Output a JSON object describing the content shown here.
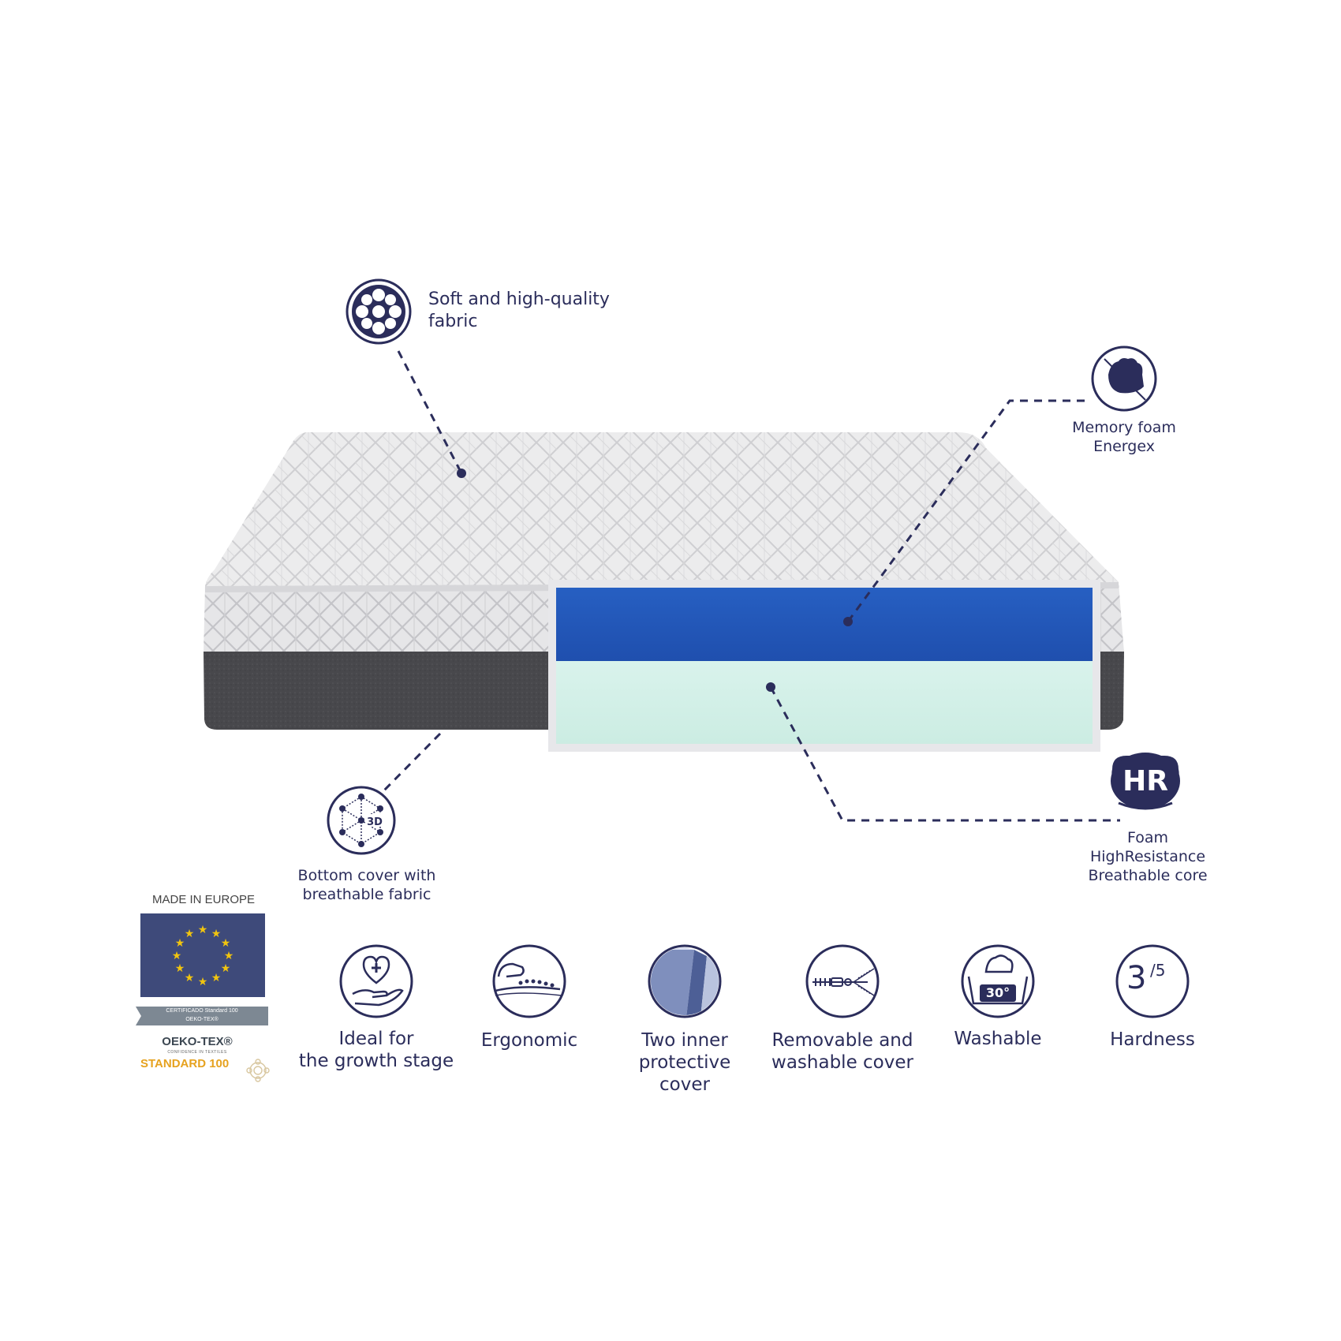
{
  "callouts": {
    "fabric": "Soft and high-quality\nfabric",
    "memory_foam": "Memory foam\nEnergex",
    "bottom_cover": "Bottom cover with\nbreathable fabric",
    "hr_badge": "HR",
    "hr_foam": "Foam\nHighResistance\nBreathable core"
  },
  "certification": {
    "made_in": "MADE IN EUROPE",
    "banner_line1": "CERTIFICADO Standard 100",
    "banner_line2": "OEKO-TEX®",
    "oeko_name": "OEKO-TEX®",
    "oeko_tagline": "CONFIDENCE IN TEXTILES",
    "oeko_standard": "STANDARD 100"
  },
  "features": [
    {
      "label": "Ideal for\nthe growth stage",
      "icon": "heart-hand-icon"
    },
    {
      "label": "Ergonomic",
      "icon": "spine-icon"
    },
    {
      "label": "Two inner\nprotective\ncover",
      "icon": "layers-icon"
    },
    {
      "label": "Removable and\nwashable cover",
      "icon": "zipper-icon"
    },
    {
      "label": "Washable",
      "icon": "wash-basin-icon",
      "temp": "30°"
    },
    {
      "label": "Hardness",
      "icon": "hardness-icon",
      "value": "3",
      "scale": "/5"
    }
  ],
  "colors": {
    "navy": "#2b2d5b",
    "memory_foam": "#2a5fc0",
    "hr_foam": "#d7f1ea",
    "bottom_fabric": "#48484c",
    "top_fabric": "#e9e9ea"
  }
}
